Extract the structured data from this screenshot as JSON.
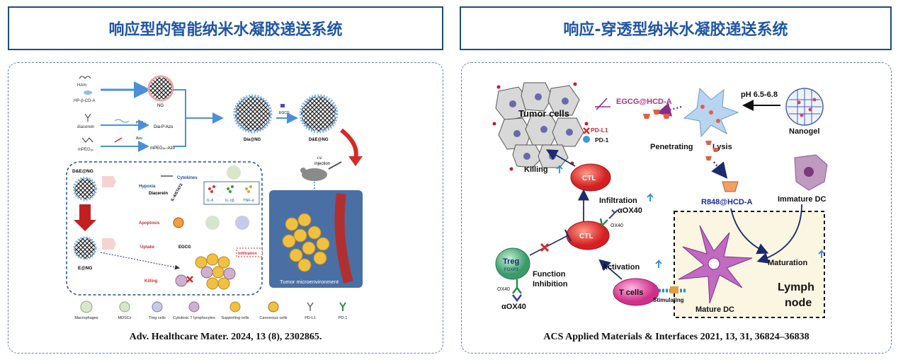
{
  "left": {
    "title": "响应型的智能纳米水凝胶递送系统",
    "citation": "Adv. Healthcare Mater. 2024, 13 (8), 2302865.",
    "figure": {
      "inputs": [
        "HAm",
        "HP-β-CD-A",
        "diacerein",
        "mPEG₅ₖ"
      ],
      "intermediates": [
        "PEG₅ₖ",
        "Dia-P-Azo",
        "Azo",
        "mPEG₅ₖ-Azo"
      ],
      "products": [
        "NG",
        "Dia@NG",
        "EGCG",
        "D&E@NG",
        "i.v. injection",
        "E@NG"
      ],
      "mechanism": {
        "d_e_ng": "D&E@NG",
        "hypoxia": "Hypoxia",
        "diacerein": "Diacerein",
        "cytokines": "Cytokines",
        "pathway": "IL-6/STAT3",
        "il6": "IL-6",
        "il1b": "IL-1β",
        "tnfa": "TNF-α",
        "apoptosis": "Apoptosis",
        "uptake": "Uptake",
        "egcg": "EGCG",
        "infiltration": "Infiltration",
        "killing": "Killing",
        "e_ng": "E@NG"
      },
      "tumor_label": "Tumor microenvironment",
      "legend": [
        "Macrophages",
        "MDSCs",
        "Treg cells",
        "Cytotoxic T lymphocytes",
        "Supporting cells",
        "Cancerous cells",
        "PD-L1",
        "PD-1"
      ]
    }
  },
  "right": {
    "title": "响应-穿透型纳米水凝胶递送系统",
    "citation": "ACS Applied Materials & Interfaces 2021, 13, 31, 36824–36838",
    "figure": {
      "tumor_cells": "Tumor cells",
      "pd_l1": "PD-L1",
      "pd_1": "PD-1",
      "egcg_hcd": "EGCG@HCD-A",
      "ph": "pH 6.5-6.8",
      "nanogel": "Nanogel",
      "penetrating": "Penetrating",
      "lysis": "Lysis",
      "killing": "Killing",
      "ctl": "CTL",
      "infiltration": "Infiltration",
      "aox40": "αOX40",
      "ox40": "OX40",
      "r848": "R848@HCD-A",
      "immature_dc": "Immature DC",
      "treg": "Treg",
      "foxp3": "FOXP3",
      "function_inhibition": "Function Inhibition",
      "activation": "Activation",
      "maturation": "Maturation",
      "t_cells": "T cells",
      "stimulating": "Stimulating",
      "mature_dc": "Mature DC",
      "lymph_node": "Lymph node"
    }
  },
  "colors": {
    "title_blue": "#1f56a8",
    "accent_red": "#d42a2a",
    "navy_arrow": "#1c2a6e",
    "arrow_blue": "#4a90d9"
  }
}
